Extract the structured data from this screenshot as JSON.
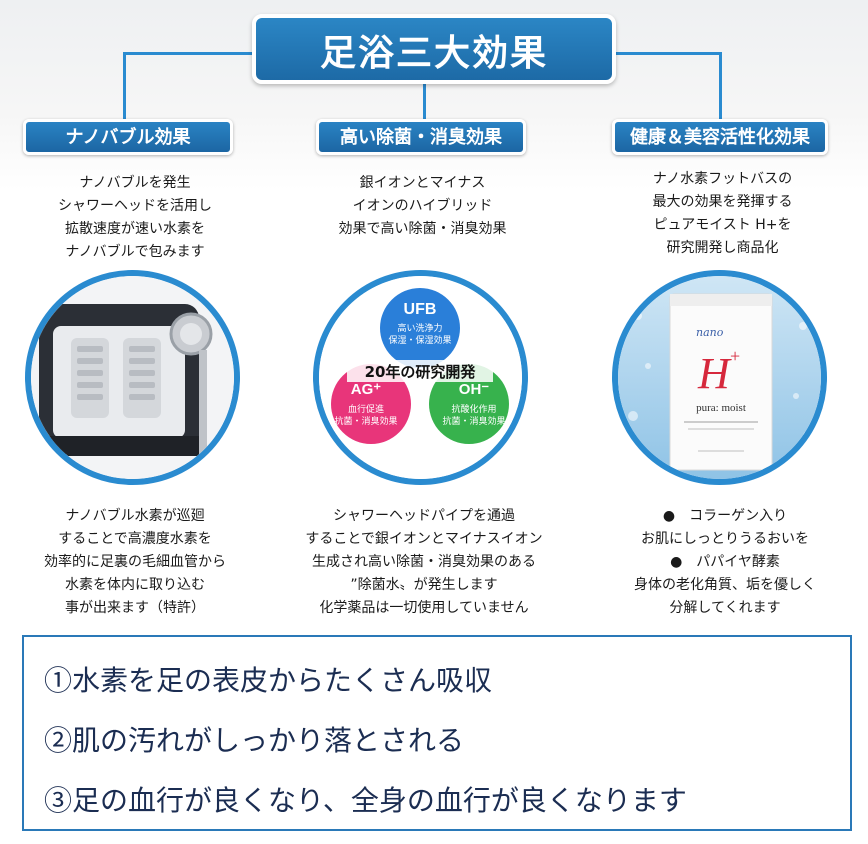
{
  "title": "足浴三大効果",
  "columns": [
    {
      "tag": "ナノバブル効果",
      "desc_top": "ナノバブルを発生\nシャワーヘッドを活用し\n拡散速度が速い水素を\nナノバブルで包みます",
      "desc_bottom": "ナノバブル水素が巡廻\nすることで高濃度水素を\n効率的に足裏の毛細血管から\n水素を体内に取り込む\n事が出来ます（特許）"
    },
    {
      "tag": "高い除菌・消臭効果",
      "desc_top": "銀イオンとマイナス\nイオンのハイブリッド\n効果で高い除菌・消臭効果",
      "desc_bottom": "シャワーヘッドパイプを通過\nすることで銀イオンとマイナスイオン\n生成され高い除菌・消臭効果のある\n”除菌水〟が発生します\n化学薬品は一切使用していません"
    },
    {
      "tag": "健康＆美容活性化効果",
      "desc_top": "ナノ水素フットバスの\n最大の効果を発揮する\nピュアモイスト H+を\n研究開発し商品化",
      "desc_bottom": "●　コラーゲン入り\nお肌にしっとりうるおいを\n●　パパイヤ酵素\n身体の老化角質、垢を優しく\n分解してくれます"
    }
  ],
  "diagram": {
    "center_label": "20年の研究開発",
    "ufb": {
      "title": "UFB",
      "line1": "高い洗浄力",
      "line2": "保湿・保湿効果"
    },
    "ag": {
      "title": "AG⁺",
      "line1": "血行促進",
      "line2": "抗菌・消臭効果"
    },
    "oh": {
      "title": "OH⁻",
      "line1": "抗酸化作用",
      "line2": "抗菌・消臭効果"
    }
  },
  "product": {
    "brand": "nano",
    "mark": "H",
    "mark_sup": "+",
    "name": "pura: moist"
  },
  "summary": [
    "①水素を足の表皮からたくさん吸収",
    "②肌の汚れがしっかり落とされる",
    "③足の血行が良くなり、全身の血行が良くなります"
  ],
  "colors": {
    "accent_blue": "#2a8bd0",
    "ufb_blue": "#2a7fd9",
    "ag_pink": "#e8357a",
    "oh_green": "#37b24d",
    "summary_text": "#1b2d52"
  }
}
